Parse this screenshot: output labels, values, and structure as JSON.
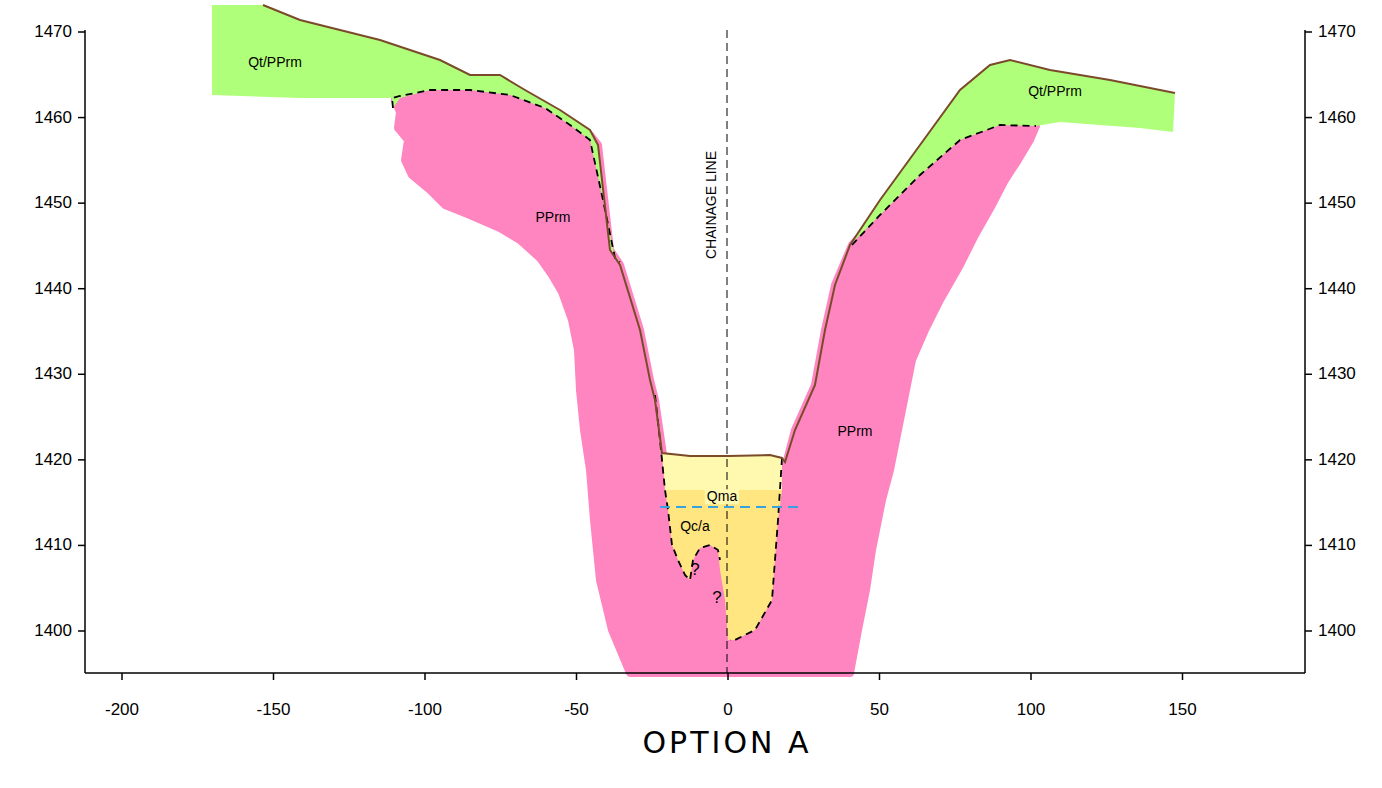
{
  "diagram": {
    "caption": "OPTION A",
    "labels": [
      "1470",
      "1460",
      "1450",
      "1440",
      "1430",
      "1420",
      "1410",
      "1400",
      "1470",
      "1460",
      "1450",
      "1440",
      "1430",
      "1420",
      "1410",
      "1400",
      "-200",
      "-150",
      "-100",
      "-50",
      "0",
      "50",
      "100",
      "150",
      "CHAINAGE LINE",
      "Qt/PPrm",
      "Qt/PPrm",
      "PPrm",
      "PPrm",
      "Qma",
      "Qc/a",
      "?",
      "?"
    ]
  }
}
